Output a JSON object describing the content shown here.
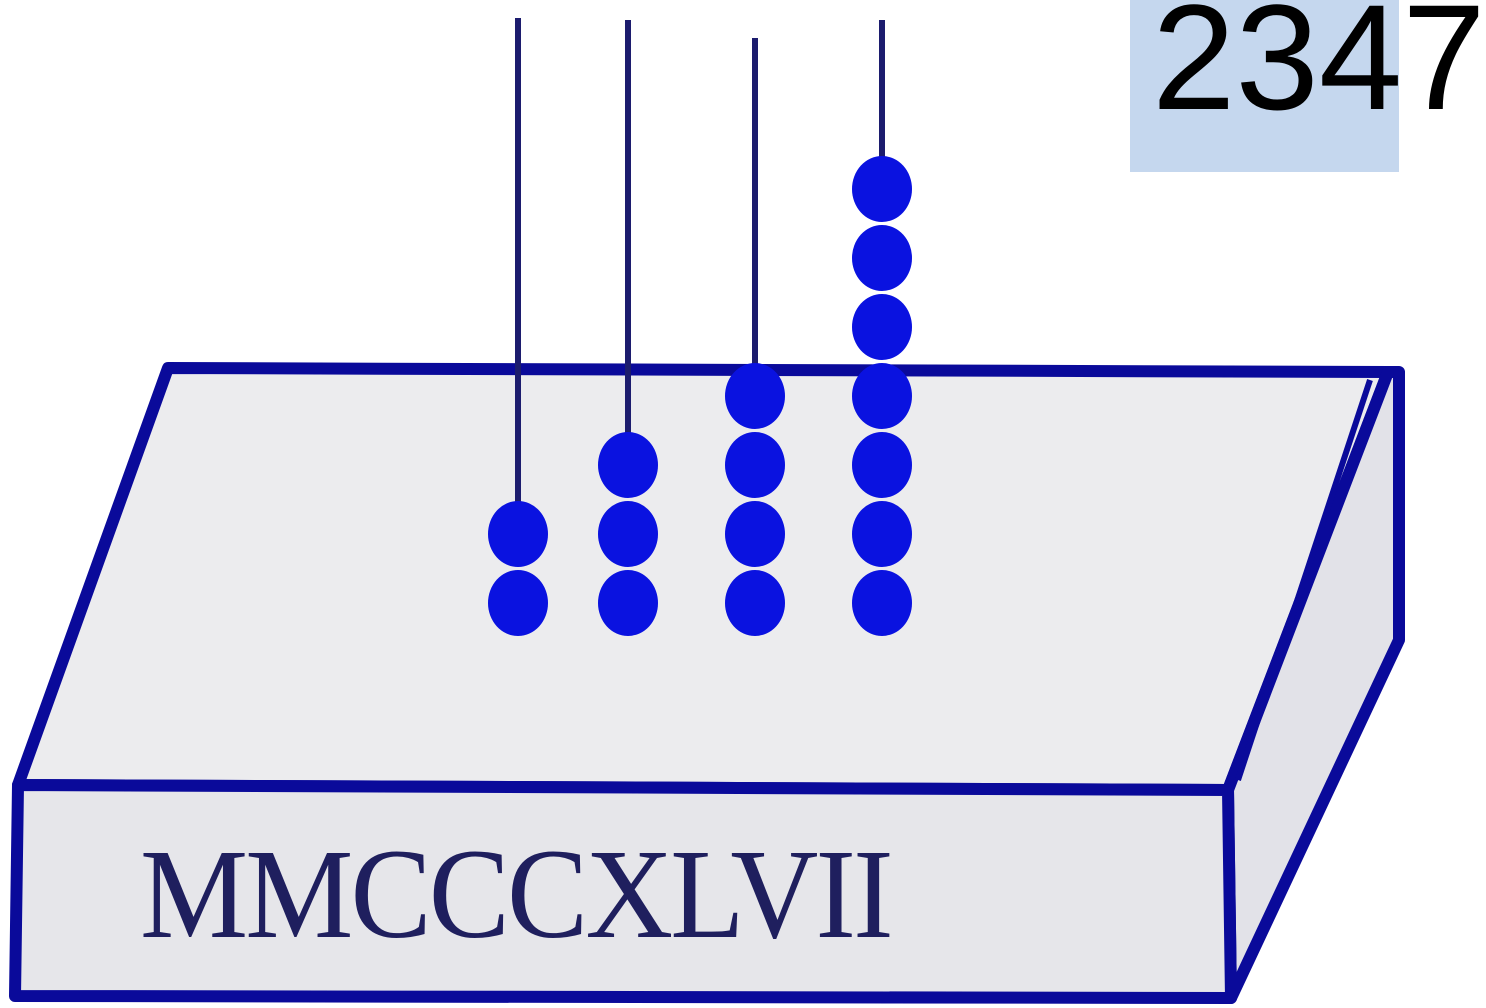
{
  "number_badge": {
    "text": "2347"
  },
  "abacus": {
    "roman_numeral": "MMCCCXLVII",
    "rods": [
      {
        "place": "thousands",
        "beads": 2
      },
      {
        "place": "hundreds",
        "beads": 3
      },
      {
        "place": "tens",
        "beads": 4
      },
      {
        "place": "ones",
        "beads": 7
      }
    ]
  },
  "colors": {
    "outline": "#0a0a9a",
    "bead": "#0a12e0",
    "rod": "#1c1c6e",
    "top_face": "#ececee",
    "front_face": "#e6e6ea",
    "side_face": "#e2e2e8",
    "badge_bg": "#c5d7ee",
    "numeral_text": "#1f1f5e"
  }
}
